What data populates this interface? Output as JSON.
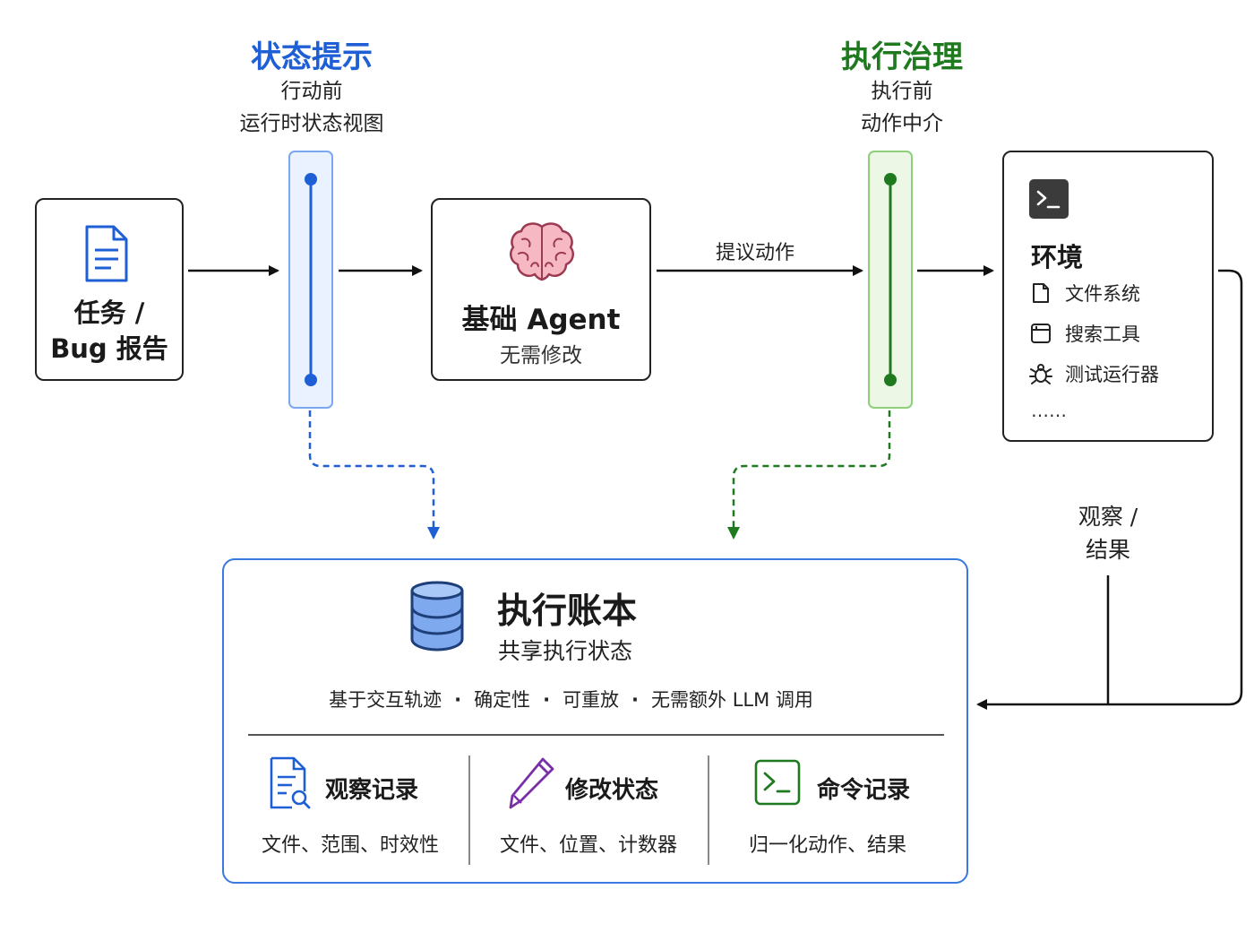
{
  "state_hint": {
    "title": "状态提示",
    "subtitle_1": "行动前",
    "subtitle_2": "运行时状态视图",
    "color": "#1f5fd6"
  },
  "execution_governance": {
    "title": "执行治理",
    "subtitle_1": "执行前",
    "subtitle_2": "动作中介",
    "color": "#1f7a1f"
  },
  "task_node": {
    "label_line_1": "任务 /",
    "label_line_2": "Bug 报告"
  },
  "agent_node": {
    "title": "基础 Agent",
    "subtitle": "无需修改"
  },
  "edge_proposed_action": "提议动作",
  "environment": {
    "title": "环境",
    "tools": [
      {
        "label": "文件系统",
        "icon": "file-icon"
      },
      {
        "label": "搜索工具",
        "icon": "search-window-icon"
      },
      {
        "label": "测试运行器",
        "icon": "bug-icon"
      }
    ],
    "more": "……"
  },
  "observation_label_1": "观察 /",
  "observation_label_2": "结果",
  "ledger": {
    "title": "执行账本",
    "subtitle": "共享执行状态",
    "properties": [
      "基于交互轨迹",
      "确定性",
      "可重放",
      "无需额外 LLM 调用"
    ],
    "separator": "·",
    "columns": [
      {
        "title": "观察记录",
        "desc": "文件、范围、时效性",
        "icon": "document-search-icon"
      },
      {
        "title": "修改状态",
        "desc": "文件、位置、计数器",
        "icon": "pencil-icon"
      },
      {
        "title": "命令记录",
        "desc": "归一化动作、结果",
        "icon": "terminal-icon"
      }
    ],
    "border_color": "#3a79e0"
  },
  "colors": {
    "blue_gate": "#1f5fd6",
    "green_gate": "#1f7a1f",
    "terminal": "#3b3b3b"
  }
}
